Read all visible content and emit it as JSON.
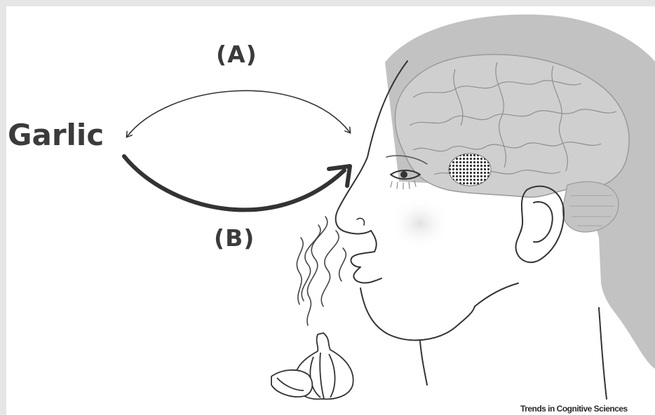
{
  "diagram": {
    "source_label": "Garlic",
    "route_a_label": "(A)",
    "route_b_label": "(B)",
    "credit": "Trends in Cognitive Sciences"
  },
  "icons": {
    "head": "human-head-profile-with-brain",
    "garlic": "garlic-bulb-icon",
    "odor": "odor-wisps-icon",
    "brain_region": "highlighted-brain-region"
  },
  "colors": {
    "text": "#3b3b3b",
    "arrow": "#333333",
    "hair": "#b7b7b7",
    "brain": "#c9c9c9",
    "background": "#e6e6e6"
  }
}
